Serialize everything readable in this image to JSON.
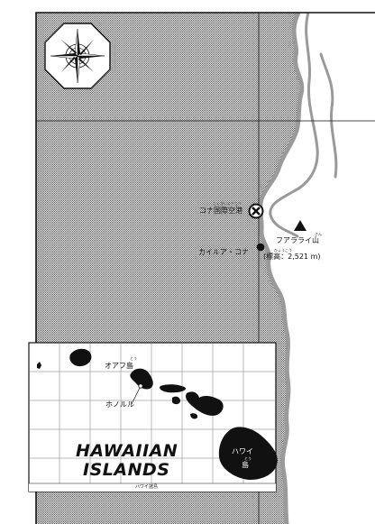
{
  "labels": {
    "kona_airport": "コナ国際空港",
    "kona_airport_ruby": "こくさいくうこう",
    "kailua_kona": "カイルア・コナ",
    "hualalai": "フアラライ山",
    "hualalai_ruby": "さん",
    "elevation": "(標高：2,521 m)",
    "elevation_ruby": "ひょうこう",
    "oahu": "オアフ島",
    "oahu_ruby": "とう",
    "honolulu": "ホノルル",
    "hawaii_island": "ハワイ",
    "hawaii_island_line2": "島",
    "hawaii_island_ruby": "とう",
    "title_line1": "HAWAIIAN",
    "title_line2": "ISLANDS",
    "inset_caption": "ハワイ諸島"
  },
  "colors": {
    "sea_hatch": "#5a5a5a",
    "land": "#ffffff",
    "coastline": "#9a9a9a",
    "ink": "#111111"
  },
  "icons": {
    "compass": "compass-rose-icon",
    "airport": "airport-icon",
    "city": "city-dot-icon",
    "mountain": "mountain-peak-icon"
  }
}
